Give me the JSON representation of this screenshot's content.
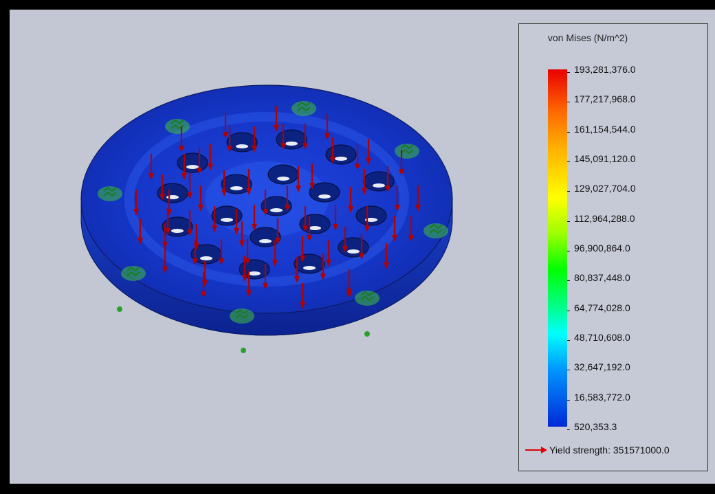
{
  "legend": {
    "title": "von Mises (N/m^2)",
    "ticks": [
      "193,281,376.0",
      "177,217,968.0",
      "161,154,544.0",
      "145,091,120.0",
      "129,027,704.0",
      "112,964,288.0",
      "96,900,864.0",
      "80,837,448.0",
      "64,774,028.0",
      "48,710,608.0",
      "32,647,192.0",
      "16,583,772.0",
      "520,353.3"
    ],
    "yield_label": "Yield strength: 351571000.0"
  },
  "colors": {
    "background": "#c3c7d3",
    "plate": "#1a3fc4",
    "load_arrow": "#c00000",
    "fixture": "#28a028"
  },
  "icons": {
    "yield_marker": "red-arrow-icon",
    "load": "down-arrow-icon",
    "fixture": "fixture-icon"
  }
}
